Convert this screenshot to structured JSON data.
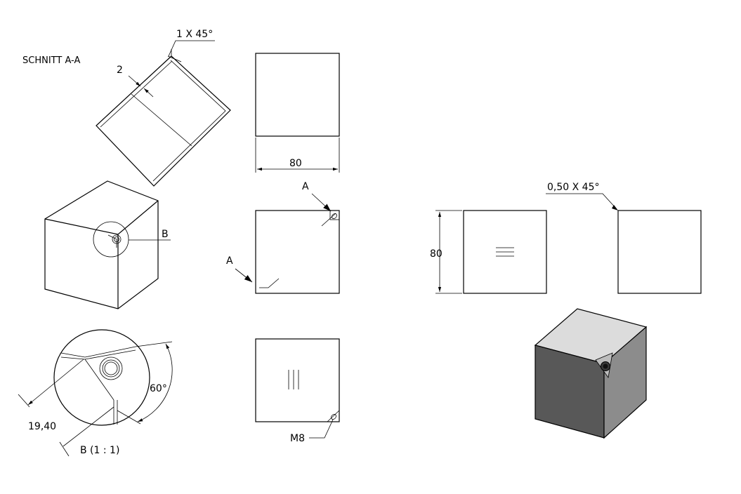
{
  "labels": {
    "section_title": "SCHNITT A-A",
    "chamfer_1": "1 X 45°",
    "wall": "2",
    "width_80": "80",
    "section_a_top": "A",
    "section_a_left": "A",
    "detail_b": "B",
    "height_80": "80",
    "chamfer_2": "0,50 X 45°",
    "angle": "60°",
    "dim_1940": "19,40",
    "detail_scale": "B (1 : 1)",
    "thread": "M8"
  },
  "colors": {
    "line": "#000000",
    "shade_top": "#dcdcdc",
    "shade_left": "#585858",
    "shade_right": "#8c8c8c"
  }
}
